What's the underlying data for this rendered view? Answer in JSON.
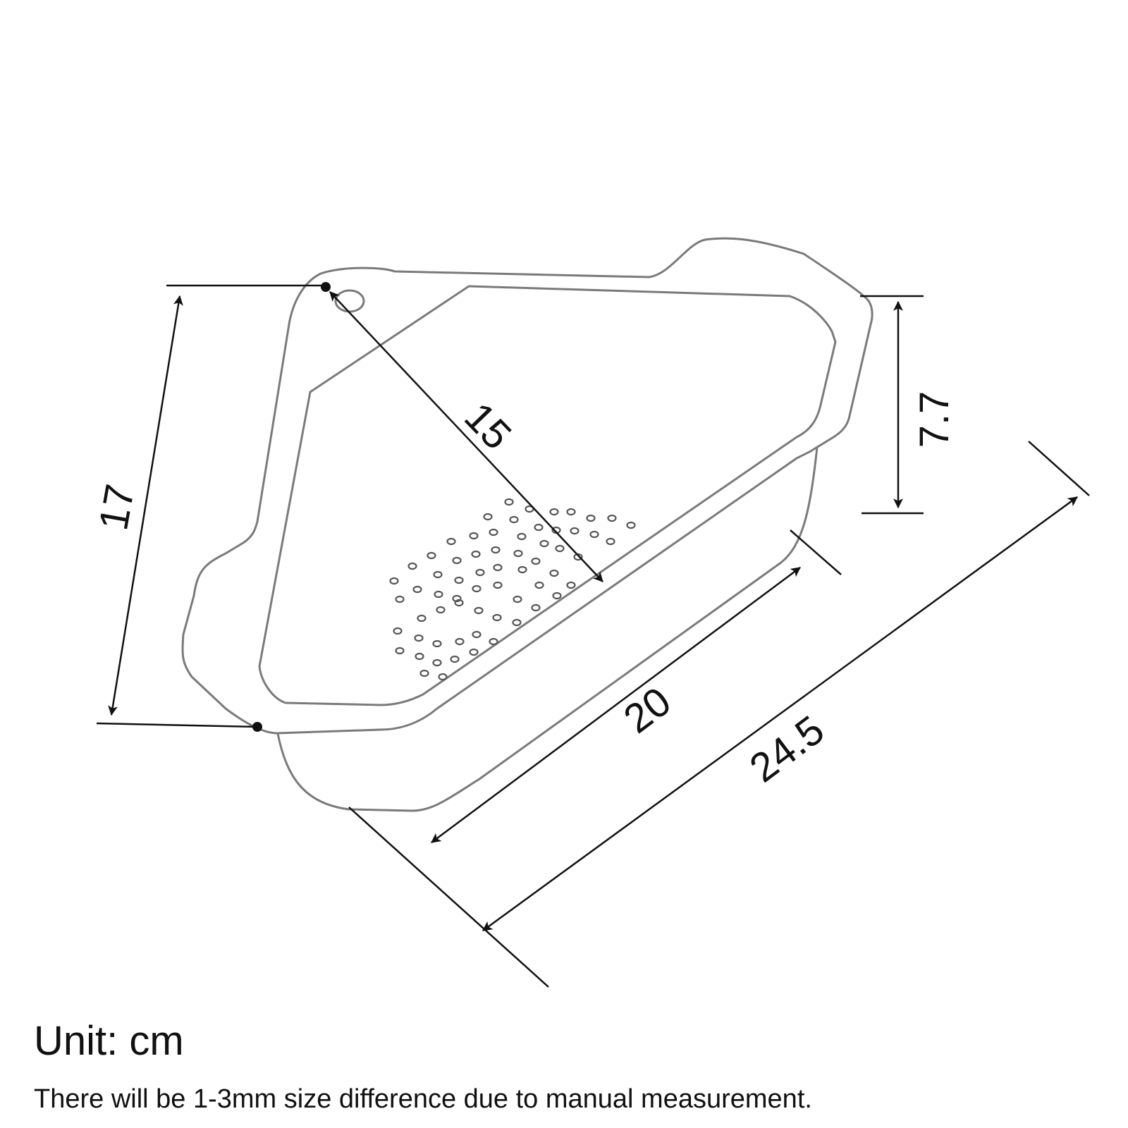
{
  "dimensions": {
    "height_left": "17",
    "diagonal": "15",
    "depth_right": "7.7",
    "inner_length": "20",
    "outer_length": "24.5"
  },
  "caption": {
    "unit": "Unit: cm",
    "note": "There will be 1-3mm size difference due to manual measurement."
  },
  "colors": {
    "outline": "#7a7a7a",
    "dimension_line": "#111111",
    "basket_fill": "#ffffff"
  }
}
